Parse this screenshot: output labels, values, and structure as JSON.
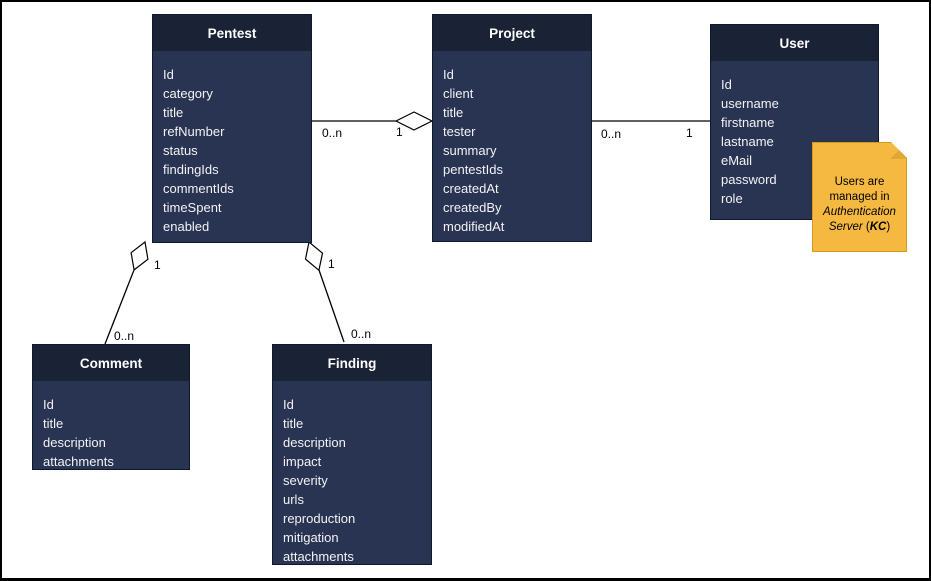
{
  "canvas": {
    "background": "#ffffff",
    "border_color": "#000000"
  },
  "colors": {
    "entity_header_bg": "#1a2236",
    "entity_body_bg": "#293352",
    "entity_text": "#f2f3f5",
    "connector": "#000000",
    "diamond_fill": "#ffffff",
    "note_fill": "#f5b942",
    "note_border": "#d19b1f",
    "note_fold": "#dfa734",
    "note_text": "#000000"
  },
  "entities": {
    "pentest": {
      "title": "Pentest",
      "attributes": [
        "Id",
        "category",
        "title",
        "refNumber",
        "status",
        "findingIds",
        "commentIds",
        "timeSpent",
        "enabled"
      ]
    },
    "project": {
      "title": "Project",
      "attributes": [
        "Id",
        "client",
        "title",
        "tester",
        "summary",
        "pentestIds",
        "createdAt",
        "createdBy",
        "modifiedAt"
      ]
    },
    "user": {
      "title": "User",
      "attributes": [
        "Id",
        "username",
        "firstname",
        "lastname",
        "eMail",
        "password",
        "role"
      ]
    },
    "comment": {
      "title": "Comment",
      "attributes": [
        "Id",
        "title",
        "description",
        "attachments"
      ]
    },
    "finding": {
      "title": "Finding",
      "attributes": [
        "Id",
        "title",
        "description",
        "impact",
        "severity",
        "urls",
        "reproduction",
        "mitigation",
        "attachments"
      ]
    }
  },
  "relationships": {
    "pentest_project": {
      "from": "Pentest",
      "to": "Project",
      "source_label": "0..n",
      "target_label": "1",
      "target_end": "aggregation-diamond"
    },
    "project_user": {
      "from": "Project",
      "to": "User",
      "source_label": "0..n",
      "target_label": "1",
      "target_end": "none"
    },
    "pentest_comment": {
      "from": "Pentest",
      "to": "Comment",
      "source_label": "1",
      "target_label": "0..n",
      "source_end": "aggregation-diamond"
    },
    "pentest_finding": {
      "from": "Pentest",
      "to": "Finding",
      "source_label": "1",
      "target_label": "0..n",
      "source_end": "aggregation-diamond"
    }
  },
  "note": {
    "line1": "Users are",
    "line2": "managed in",
    "line3": "Authentication",
    "line4_server": "Server",
    "line4_open": " (",
    "line4_kc": "KC",
    "line4_close": ")"
  }
}
